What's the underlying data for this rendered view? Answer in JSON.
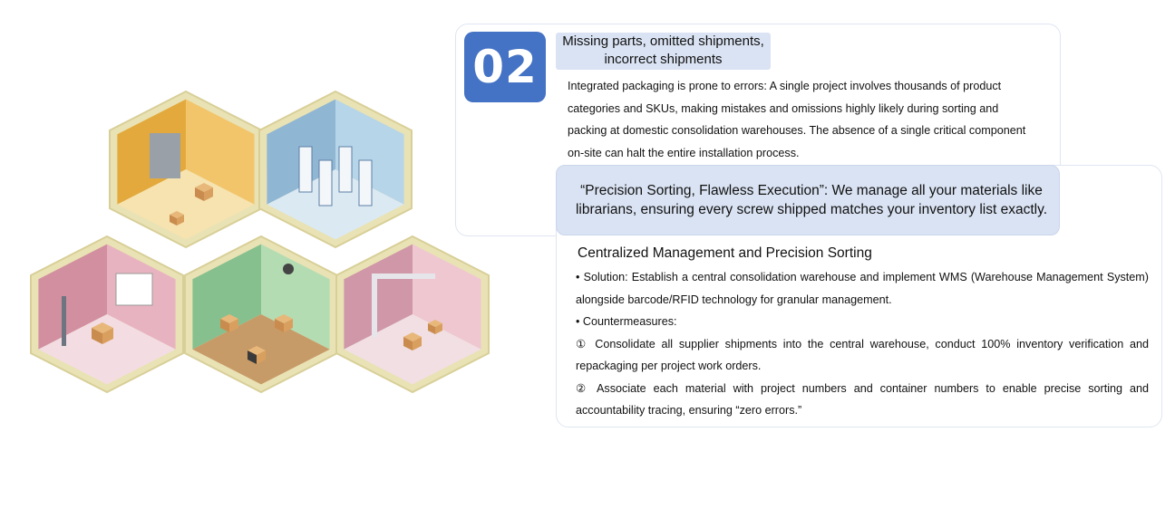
{
  "badge": {
    "number": "02"
  },
  "problem": {
    "title_line1": "Missing parts, omitted shipments,",
    "title_line2": "incorrect shipments",
    "description": "Integrated packaging is prone to errors: A single project involves thousands of product categories and SKUs, making mistakes and omissions highly likely during sorting and packing at domestic consolidation warehouses. The absence of a single critical component on-site can halt the entire installation process."
  },
  "quote": {
    "text": "“Precision Sorting, Flawless Execution”: We manage all your materials like librarians, ensuring every screw shipped matches your inventory list exactly."
  },
  "solution": {
    "heading": "Centralized Management and Precision Sorting",
    "solution_text": "• Solution: Establish a central consolidation warehouse and implement WMS (Warehouse Management System) alongside barcode/RFID technology for granular management.",
    "countermeasures_label": "• Countermeasures:",
    "countermeasure_1": "① Consolidate all supplier shipments into the central warehouse, conduct 100% inventory verification and repackaging per project work orders.",
    "countermeasure_2": "② Associate each material with project numbers and container numbers to enable precise sorting and accountability tracing, ensuring “zero errors.”"
  },
  "illustration": {
    "rooms": [
      {
        "name": "packing-room",
        "left_wall": "#e3a93c",
        "right_wall": "#f2c56b",
        "floor": "#f6e3b0"
      },
      {
        "name": "server-rack-room",
        "left_wall": "#8fb6d3",
        "right_wall": "#b7d5e8",
        "floor": "#dbe9f2"
      },
      {
        "name": "robot-arm-room",
        "left_wall": "#d28fa0",
        "right_wall": "#e8b3c0",
        "floor": "#f3dde2"
      },
      {
        "name": "drone-shelving-room",
        "left_wall": "#86c08e",
        "right_wall": "#b4dcb3",
        "floor": "#c79b68"
      },
      {
        "name": "gantry-sorting-room",
        "left_wall": "#cf97a8",
        "right_wall": "#efc7d1",
        "floor": "#f1dfe4"
      }
    ],
    "frame_color": "#e9e2b4"
  }
}
